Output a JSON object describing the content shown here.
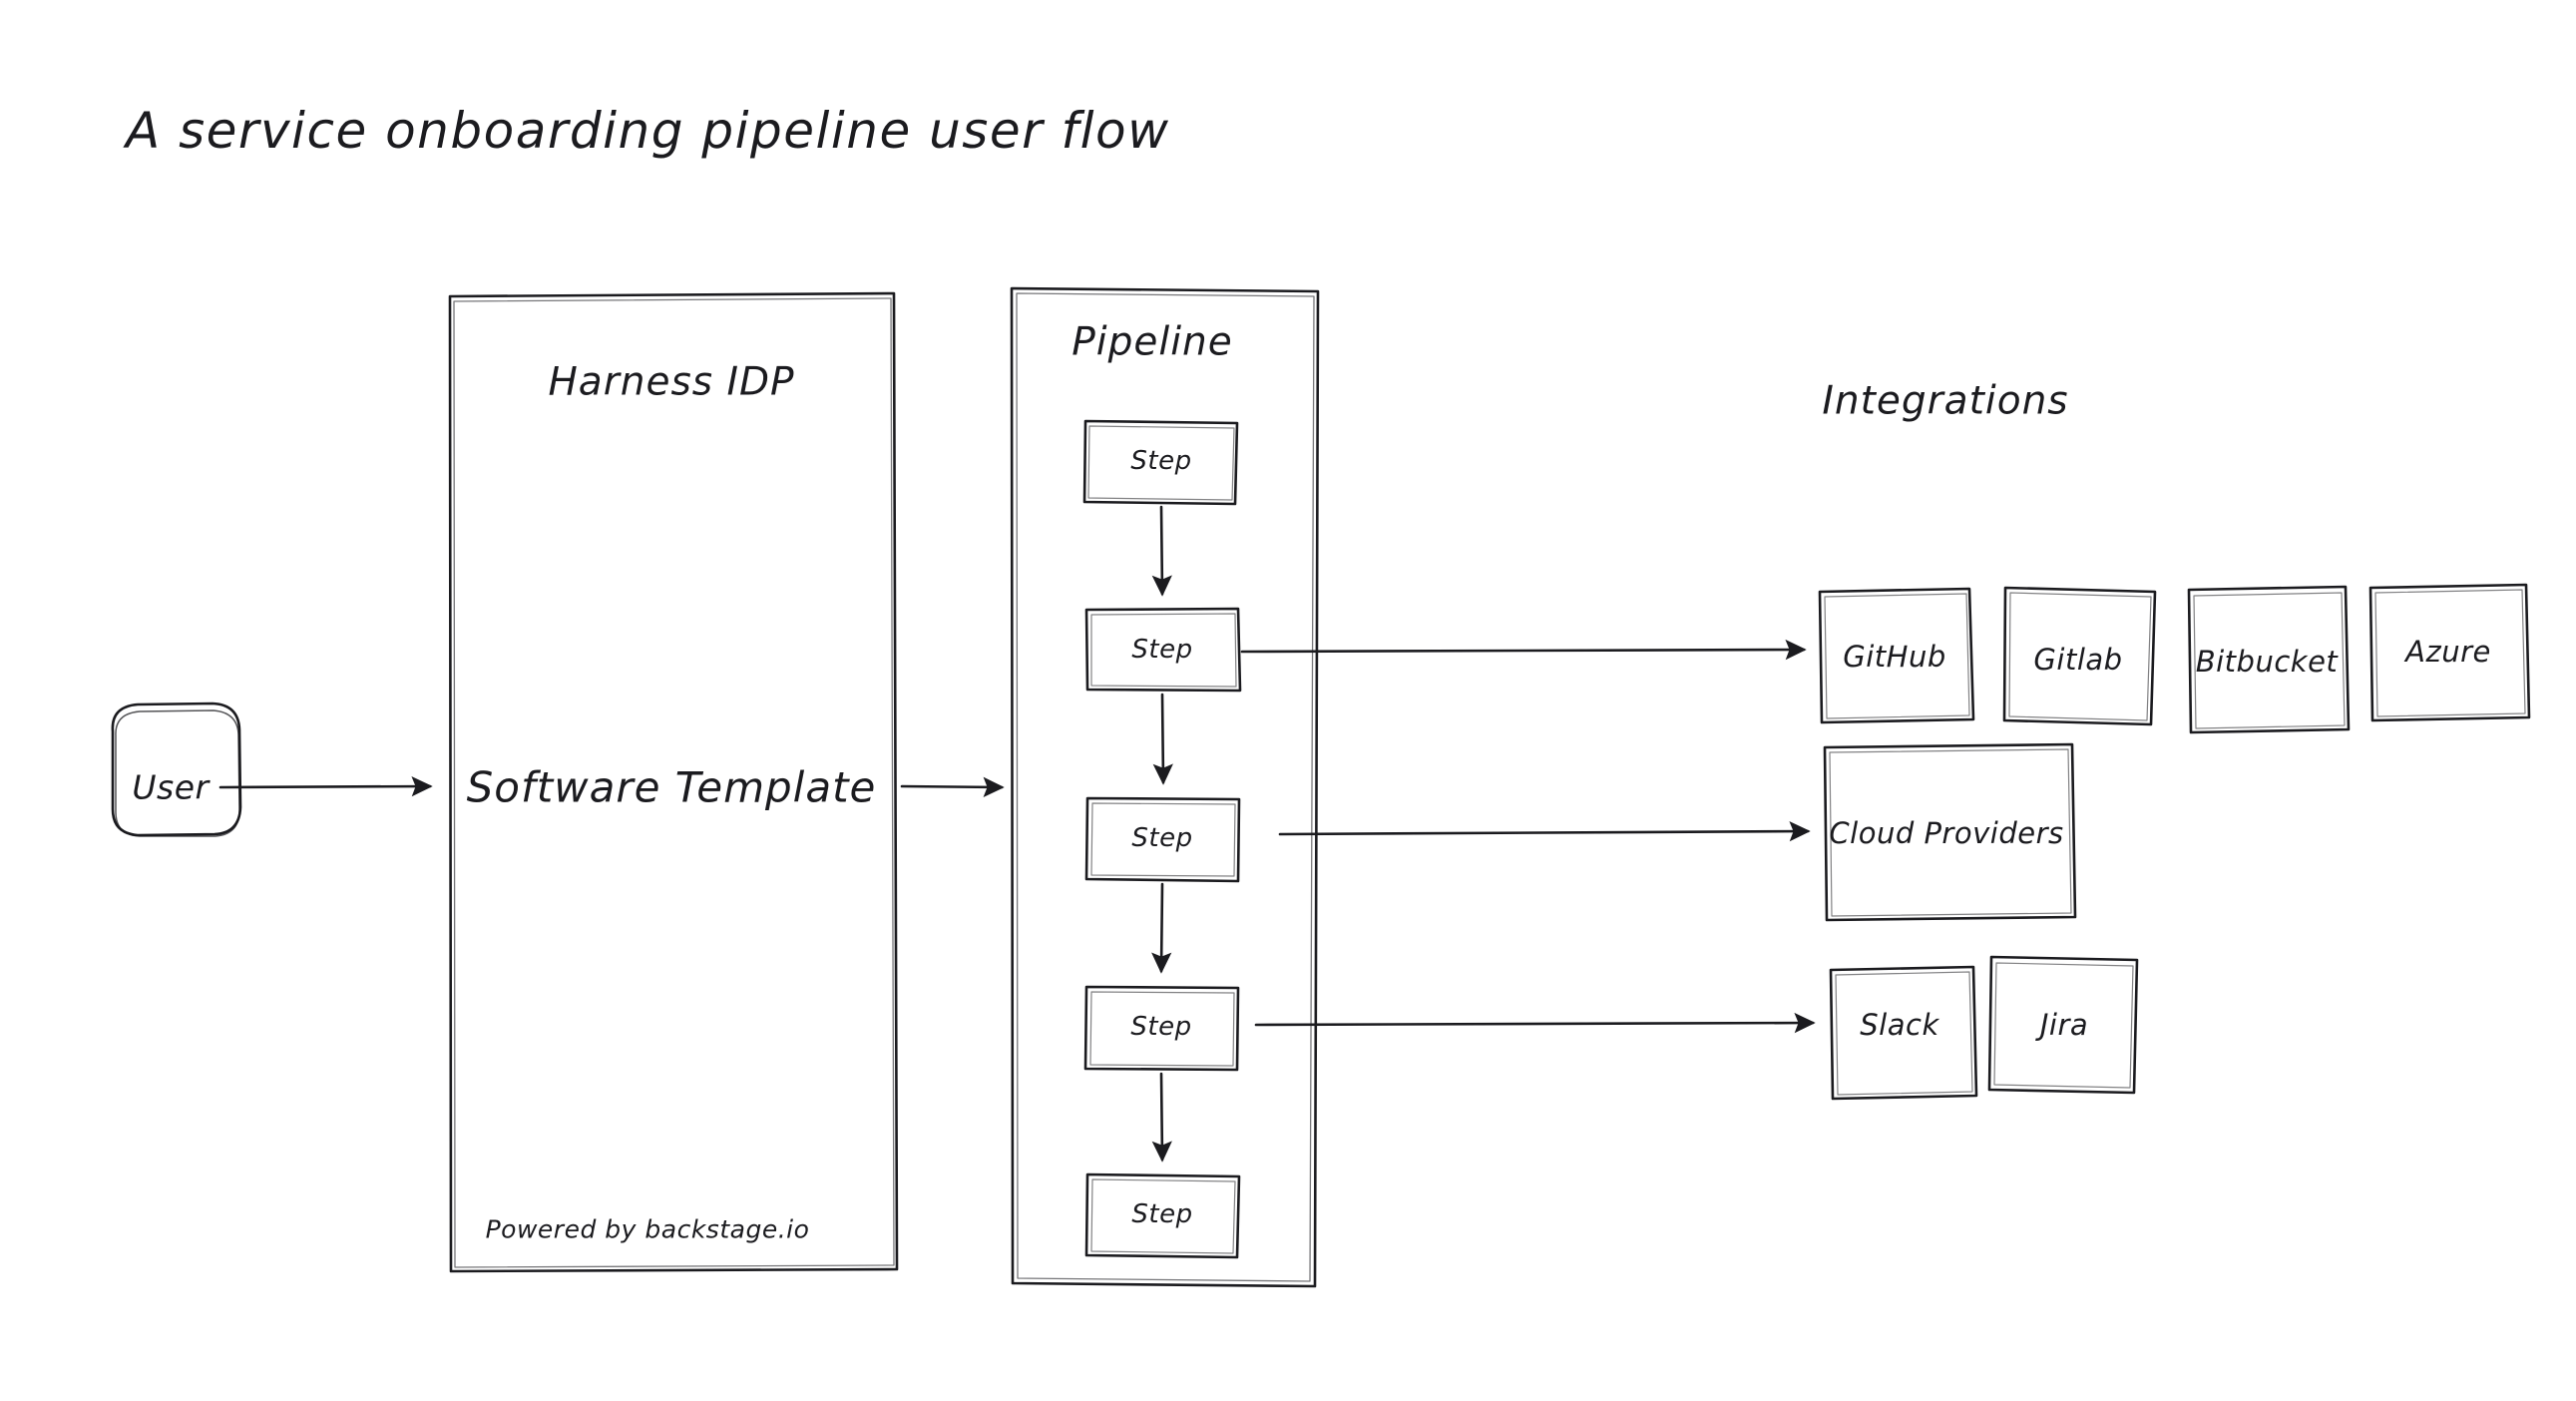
{
  "page": {
    "title": "A service onboarding pipeline user flow",
    "background_color": "#ffffff",
    "stroke_color": "#1b1b1f",
    "style": "hand-drawn sketch (excalidraw)"
  },
  "nodes": {
    "user": {
      "label": "User"
    },
    "harness": {
      "title": "Harness IDP",
      "center_label": "Software Template",
      "footer_label": "Powered by backstage.io"
    },
    "pipeline": {
      "title": "Pipeline",
      "steps": [
        {
          "label": "Step"
        },
        {
          "label": "Step"
        },
        {
          "label": "Step"
        },
        {
          "label": "Step"
        },
        {
          "label": "Step"
        }
      ]
    },
    "integrations": {
      "title": "Integrations",
      "rows": [
        {
          "name": "scm-row",
          "items": [
            {
              "label": "GitHub"
            },
            {
              "label": "Gitlab"
            },
            {
              "label": "Bitbucket"
            },
            {
              "label": "Azure"
            }
          ]
        },
        {
          "name": "cloud-row",
          "items": [
            {
              "label": "Cloud Providers"
            }
          ]
        },
        {
          "name": "collab-row",
          "items": [
            {
              "label": "Slack"
            },
            {
              "label": "Jira"
            }
          ]
        }
      ]
    }
  },
  "connectors": [
    {
      "name": "user-to-harness",
      "from": "user",
      "to": "harness"
    },
    {
      "name": "harness-to-pipeline",
      "from": "harness",
      "to": "pipeline"
    },
    {
      "name": "step1-to-step2",
      "from": "step-1",
      "to": "step-2"
    },
    {
      "name": "step2-to-step3",
      "from": "step-2",
      "to": "step-3"
    },
    {
      "name": "step3-to-step4",
      "from": "step-3",
      "to": "step-4"
    },
    {
      "name": "step4-to-step5",
      "from": "step-4",
      "to": "step-5"
    },
    {
      "name": "step2-to-scm",
      "from": "step-2",
      "to": "GitHub"
    },
    {
      "name": "step3-to-cloud",
      "from": "step-3",
      "to": "Cloud Providers"
    },
    {
      "name": "step4-to-collab",
      "from": "step-4",
      "to": "Slack"
    }
  ]
}
